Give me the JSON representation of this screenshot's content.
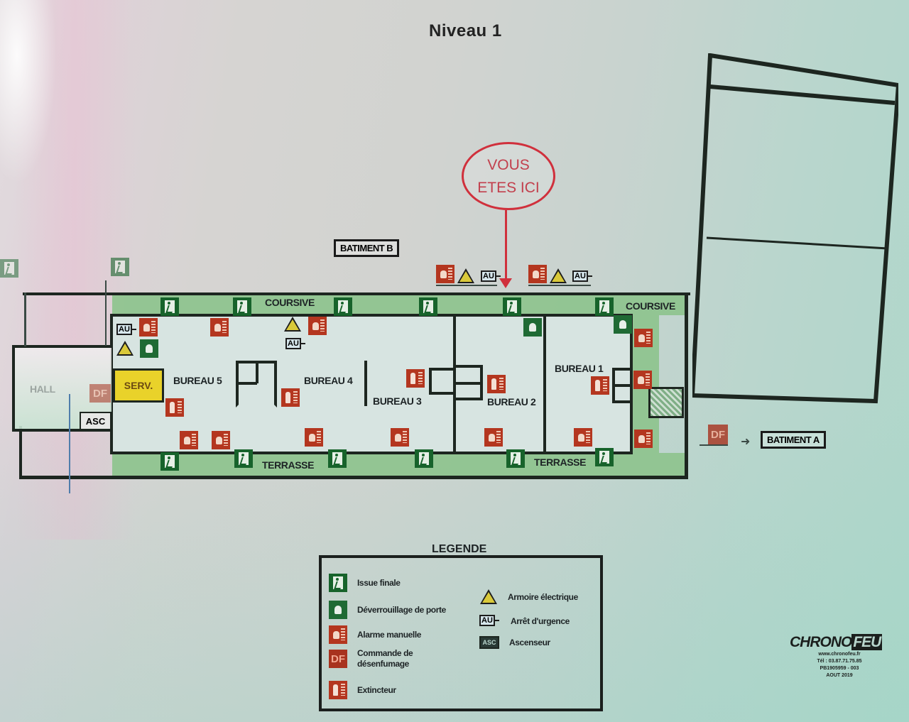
{
  "header": {
    "title": "Niveau 1"
  },
  "you_are_here": {
    "line1": "VOUS",
    "line2": "ETES ICI",
    "color": "#d0303c"
  },
  "buildings": {
    "batiment_b": "BATIMENT B",
    "batiment_a": "BATIMENT A"
  },
  "areas": {
    "coursive_1": "COURSIVE",
    "coursive_2": "COURSIVE",
    "terrasse_1": "TERRASSE",
    "terrasse_2": "TERRASSE",
    "hall": "HALL",
    "serv": "SERV.",
    "asc": "ASC",
    "bureau_5": "BUREAU 5",
    "bureau_4": "BUREAU 4",
    "bureau_3": "BUREAU 3",
    "bureau_2": "BUREAU 2",
    "bureau_1": "BUREAU 1"
  },
  "symbols": {
    "df": "DF",
    "au": "AU"
  },
  "map_icons": {
    "exits": [
      [
        0,
        365
      ],
      [
        156,
        363
      ],
      [
        226,
        419
      ],
      [
        328,
        419
      ],
      [
        470,
        419
      ],
      [
        590,
        419
      ],
      [
        708,
        419
      ],
      [
        838,
        419
      ],
      [
        226,
        637
      ],
      [
        330,
        633
      ],
      [
        462,
        633
      ],
      [
        584,
        633
      ],
      [
        713,
        633
      ],
      [
        838,
        631
      ]
    ],
    "unlocks": [
      [
        197,
        478
      ],
      [
        737,
        448
      ],
      [
        864,
        444
      ]
    ],
    "alarms": [
      [
        196,
        448
      ],
      [
        296,
        448
      ],
      [
        434,
        446
      ],
      [
        616,
        373
      ],
      [
        746,
        373
      ],
      [
        250,
        607
      ],
      [
        298,
        607
      ],
      [
        429,
        603
      ],
      [
        550,
        603
      ],
      [
        682,
        603
      ],
      [
        808,
        603
      ],
      [
        893,
        463
      ],
      [
        892,
        520
      ],
      [
        893,
        605
      ]
    ],
    "extinguishers": [
      [
        233,
        561
      ],
      [
        396,
        547
      ],
      [
        572,
        520
      ],
      [
        686,
        530
      ],
      [
        834,
        530
      ]
    ],
    "warnings": [
      [
        164,
        480
      ],
      [
        400,
        446
      ],
      [
        644,
        378
      ],
      [
        774,
        378
      ]
    ],
    "au": [
      [
        164,
        455
      ],
      [
        400,
        475
      ],
      [
        676,
        380
      ],
      [
        806,
        380
      ]
    ]
  },
  "legend": {
    "title": "LEGENDE",
    "items": [
      {
        "icon": "emergency-exit-icon",
        "label": "Issue finale"
      },
      {
        "icon": "door-unlock-icon",
        "label": "Déverrouillage de porte"
      },
      {
        "icon": "manual-alarm-icon",
        "label": "Alarme manuelle"
      },
      {
        "icon": "smoke-control-icon",
        "label": "Commande de désenfumage",
        "symbol": "DF"
      },
      {
        "icon": "fire-extinguisher-icon",
        "label": "Extincteur"
      },
      {
        "icon": "electrical-cabinet-icon",
        "label": "Armoire électrique"
      },
      {
        "icon": "emergency-stop-icon",
        "label": "Arrêt d'urgence",
        "symbol": "AU"
      },
      {
        "icon": "elevator-icon",
        "label": "Ascenseur",
        "symbol": "ASC"
      }
    ]
  },
  "brand": {
    "name_a": "CHRONO",
    "name_b": "FEU",
    "web": "www.chronofeu.fr",
    "tel": "Tél : 03.87.71.75.85",
    "ref": "PB1905959 - 003",
    "date": "AOUT 2019"
  },
  "colors": {
    "exit_green": "#17632b",
    "corridor_green": "#8fc48f",
    "fire_red": "#b4361f",
    "warning_yellow": "#d9c93a",
    "serv_yellow": "#e9d22a",
    "wall": "#1d2620"
  }
}
